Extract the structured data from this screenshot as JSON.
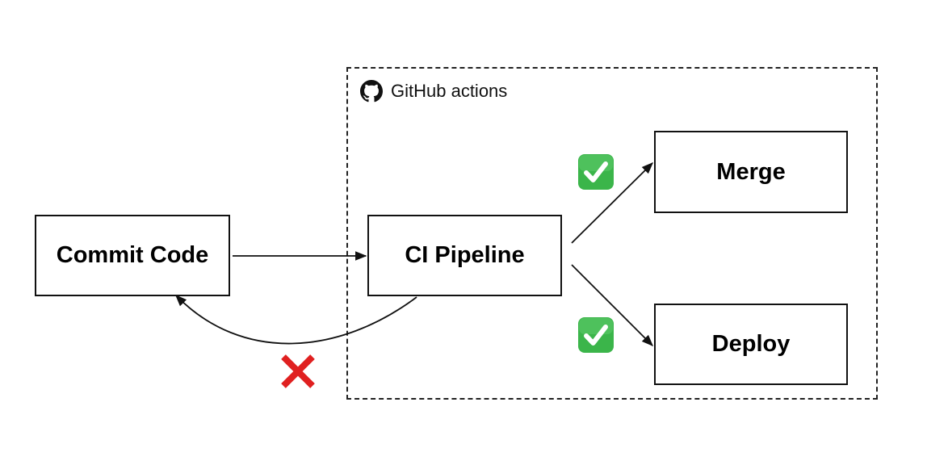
{
  "group": {
    "label": "GitHub actions",
    "icon": "github-icon"
  },
  "nodes": {
    "commit": {
      "label": "Commit Code"
    },
    "ci": {
      "label": "CI Pipeline"
    },
    "merge": {
      "label": "Merge"
    },
    "deploy": {
      "label": "Deploy"
    }
  },
  "edges": [
    {
      "from": "Commit Code",
      "to": "CI Pipeline"
    },
    {
      "from": "CI Pipeline",
      "to": "Merge",
      "status": "success"
    },
    {
      "from": "CI Pipeline",
      "to": "Deploy",
      "status": "success"
    },
    {
      "from": "CI Pipeline",
      "to": "Commit Code",
      "status": "failure"
    }
  ],
  "status_icons": {
    "success": "check-mark-icon",
    "failure": "cross-mark-icon"
  },
  "colors": {
    "success": "#3bb54a",
    "failure": "#e02020",
    "line": "#111111"
  }
}
